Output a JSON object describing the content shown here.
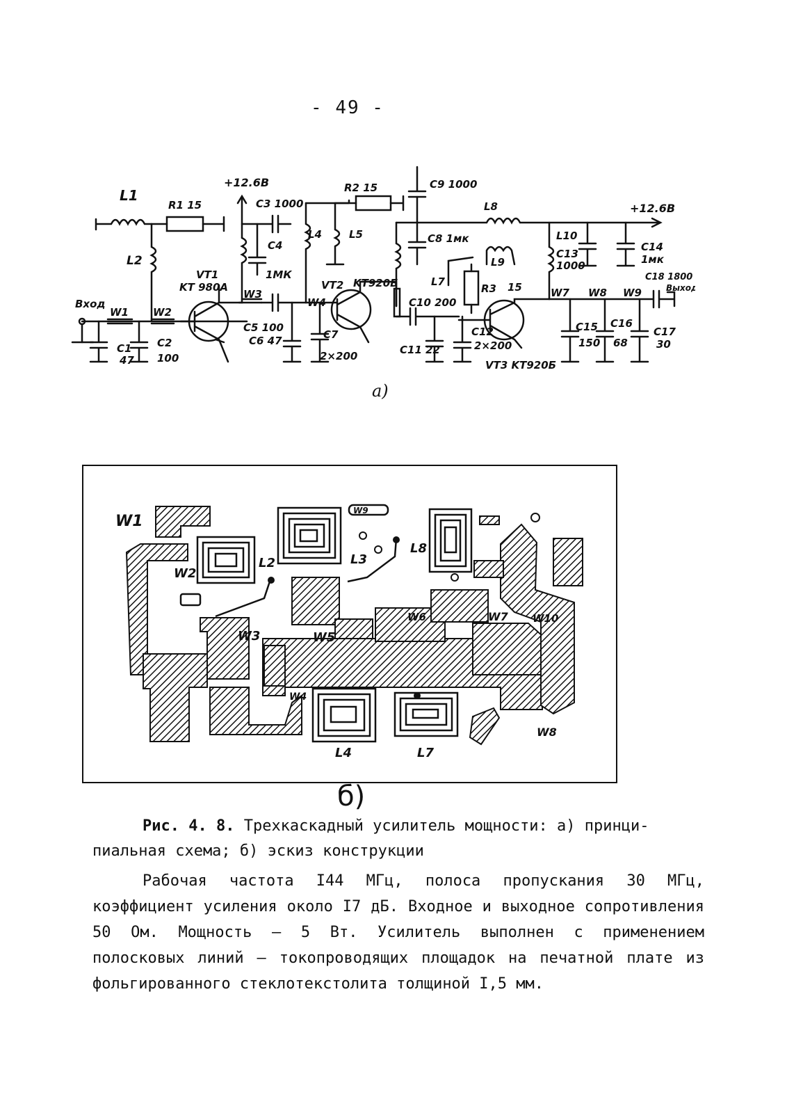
{
  "page_number": "- 49 -",
  "schematic": {
    "subfigure_label": "а)",
    "labels": {
      "L1": "L1",
      "R1": "R1 15",
      "L2": "L2",
      "VT1": "VT1",
      "VT1_type": "KT 980A",
      "input": "Вход",
      "W1": "W1",
      "W2": "W2",
      "C1": "C1",
      "C1v": "47",
      "C2": "C2",
      "C2v": "100",
      "supply1": "+12.6В",
      "C3": "C3 1000",
      "C4": "C4",
      "C4v": "1МК",
      "W3": "W3",
      "C5": "C5 100",
      "C6": "C6 47",
      "L4": "L4",
      "L5": "L5",
      "W4": "W4",
      "C7": "C7",
      "C7v": "2×200",
      "R2": "R2 15",
      "VT2": "VT2",
      "VT2_type": "KT920Б",
      "C9": "C9 1000",
      "C8": "C8 1мк",
      "L8": "L8",
      "L7": "L7",
      "L9": "L9",
      "R3": "R3",
      "R3v": "15",
      "C10": "C10 200",
      "C11": "C11 22",
      "C12": "C12",
      "C12v": "2×200",
      "VT3": "VT3 KT920Б",
      "L10": "L10",
      "C13": "C13",
      "C13v": "1000",
      "supply2": "+12.6В",
      "C14": "C14",
      "C14v": "1мк",
      "W7": "W7",
      "W8": "W8",
      "W9": "W9",
      "C18": "C18 1800",
      "output": "Выход",
      "C15": "C15",
      "C15v": "150",
      "C16": "C16",
      "C16v": "68",
      "C17": "C17",
      "C17v": "30"
    }
  },
  "pcb": {
    "subfigure_label": "б)",
    "labels": {
      "W1": "W1",
      "W2": "W2",
      "L2": "L2",
      "L3": "L3",
      "W3": "W3",
      "W5": "W5",
      "W6": "W6",
      "L8": "L8",
      "W7": "W7",
      "W10": "W10",
      "W4": "W4",
      "L4": "L4",
      "L7": "L7",
      "W8": "W8",
      "W9": "W9"
    }
  },
  "caption": {
    "prefix": "Рис. 4. 8. ",
    "line1": "Трехкаскадный усилитель мощности:  а) принци-",
    "line2": "пиальная схема;  б) эскиз конструкции"
  },
  "body": "Рабочая частота  I44 МГц, полоса пропускания  30 МГц, коэффициент усиления   около I7 дБ. Входное и выходное сопротивления  50 Ом. Мощность – 5 Вт. Усилитель выполнен с применением полосковых линий – токопроводящих площадок на печатной плате из фольгированного стеклотекстолита толщиной I,5 мм."
}
